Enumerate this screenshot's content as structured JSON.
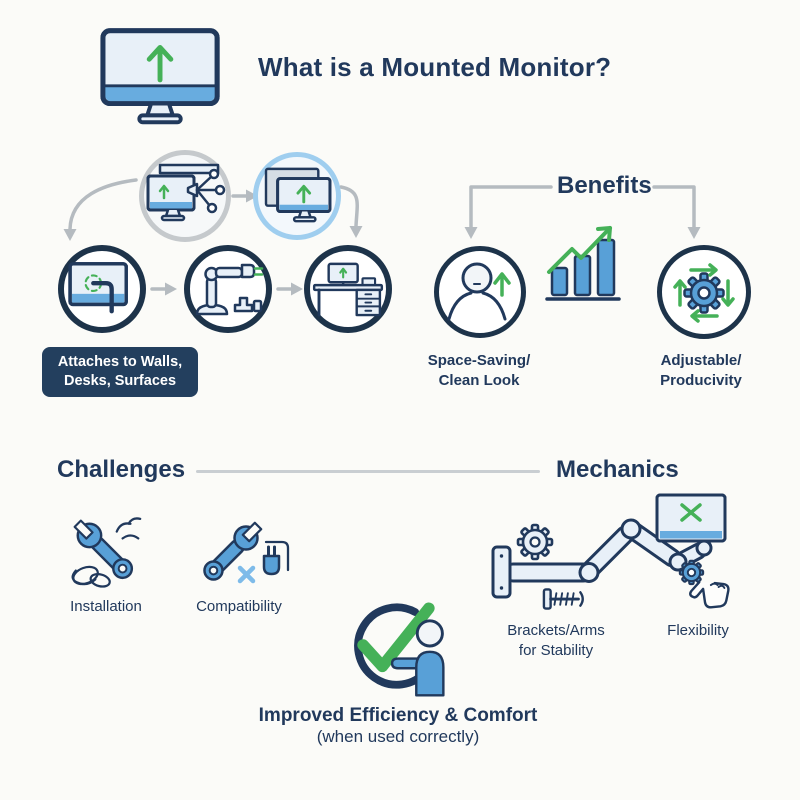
{
  "header": {
    "title": "What is a Mounted Monitor?"
  },
  "flow": {
    "caption_line1": "Attaches to Walls,",
    "caption_line2": "Desks, Surfaces"
  },
  "benefits": {
    "title": "Benefits",
    "items": [
      {
        "label_line1": "Space-Saving/",
        "label_line2": "Clean Look"
      },
      {
        "label_line1": "Adjustable/",
        "label_line2": "Producivity"
      }
    ]
  },
  "challenges": {
    "title": "Challenges",
    "items": [
      {
        "label": "Installation"
      },
      {
        "label": "Compatibility"
      }
    ]
  },
  "mechanics": {
    "title": "Mechanics",
    "items": [
      {
        "label_line1": "Brackets/Arms",
        "label_line2": "for Stability"
      },
      {
        "label": "Flexibility"
      }
    ]
  },
  "conclusion": {
    "title": "Improved Efficiency & Comfort",
    "subtitle": "(when used correctly)"
  },
  "icons": {
    "header": "monitor-up-arrow-icon",
    "flow_step_install": "monitor-mount-hardware-icon",
    "flow_step_mounted": "dual-monitors-icon",
    "flow_wall": "monitor-wall-bracket-icon",
    "flow_arm": "mounting-arm-plug-icon",
    "flow_desk": "desk-monitor-icon",
    "benefit_space": "person-up-arrow-icon",
    "benefit_growth": "growth-bar-chart-icon",
    "benefit_adjust": "gear-cycle-arrows-icon",
    "challenge_install": "wrench-cables-icon",
    "challenge_compat": "wrench-plug-x-icon",
    "mechanics_arm": "wall-mounted-arm-monitor-icon",
    "mechanics_screw": "screw-icon",
    "mechanics_hand": "hand-gear-icon",
    "conclusion_check": "checkmark-person-icon"
  },
  "colors": {
    "navy": "#21395c",
    "ring": "#1d334a",
    "blue": "#58a0d7",
    "light": "#e8f0f8",
    "bar": "#68acdf",
    "green": "#45b158",
    "gray_arrow": "#b5bbc0",
    "gray_ring": "#c5c9cc",
    "blue_ring": "#9fceef",
    "caption_bg": "#233f5e",
    "bg": "#fbfbf8",
    "back_monitor": "#d5dde4",
    "x_blue": "#7ebbe9"
  }
}
